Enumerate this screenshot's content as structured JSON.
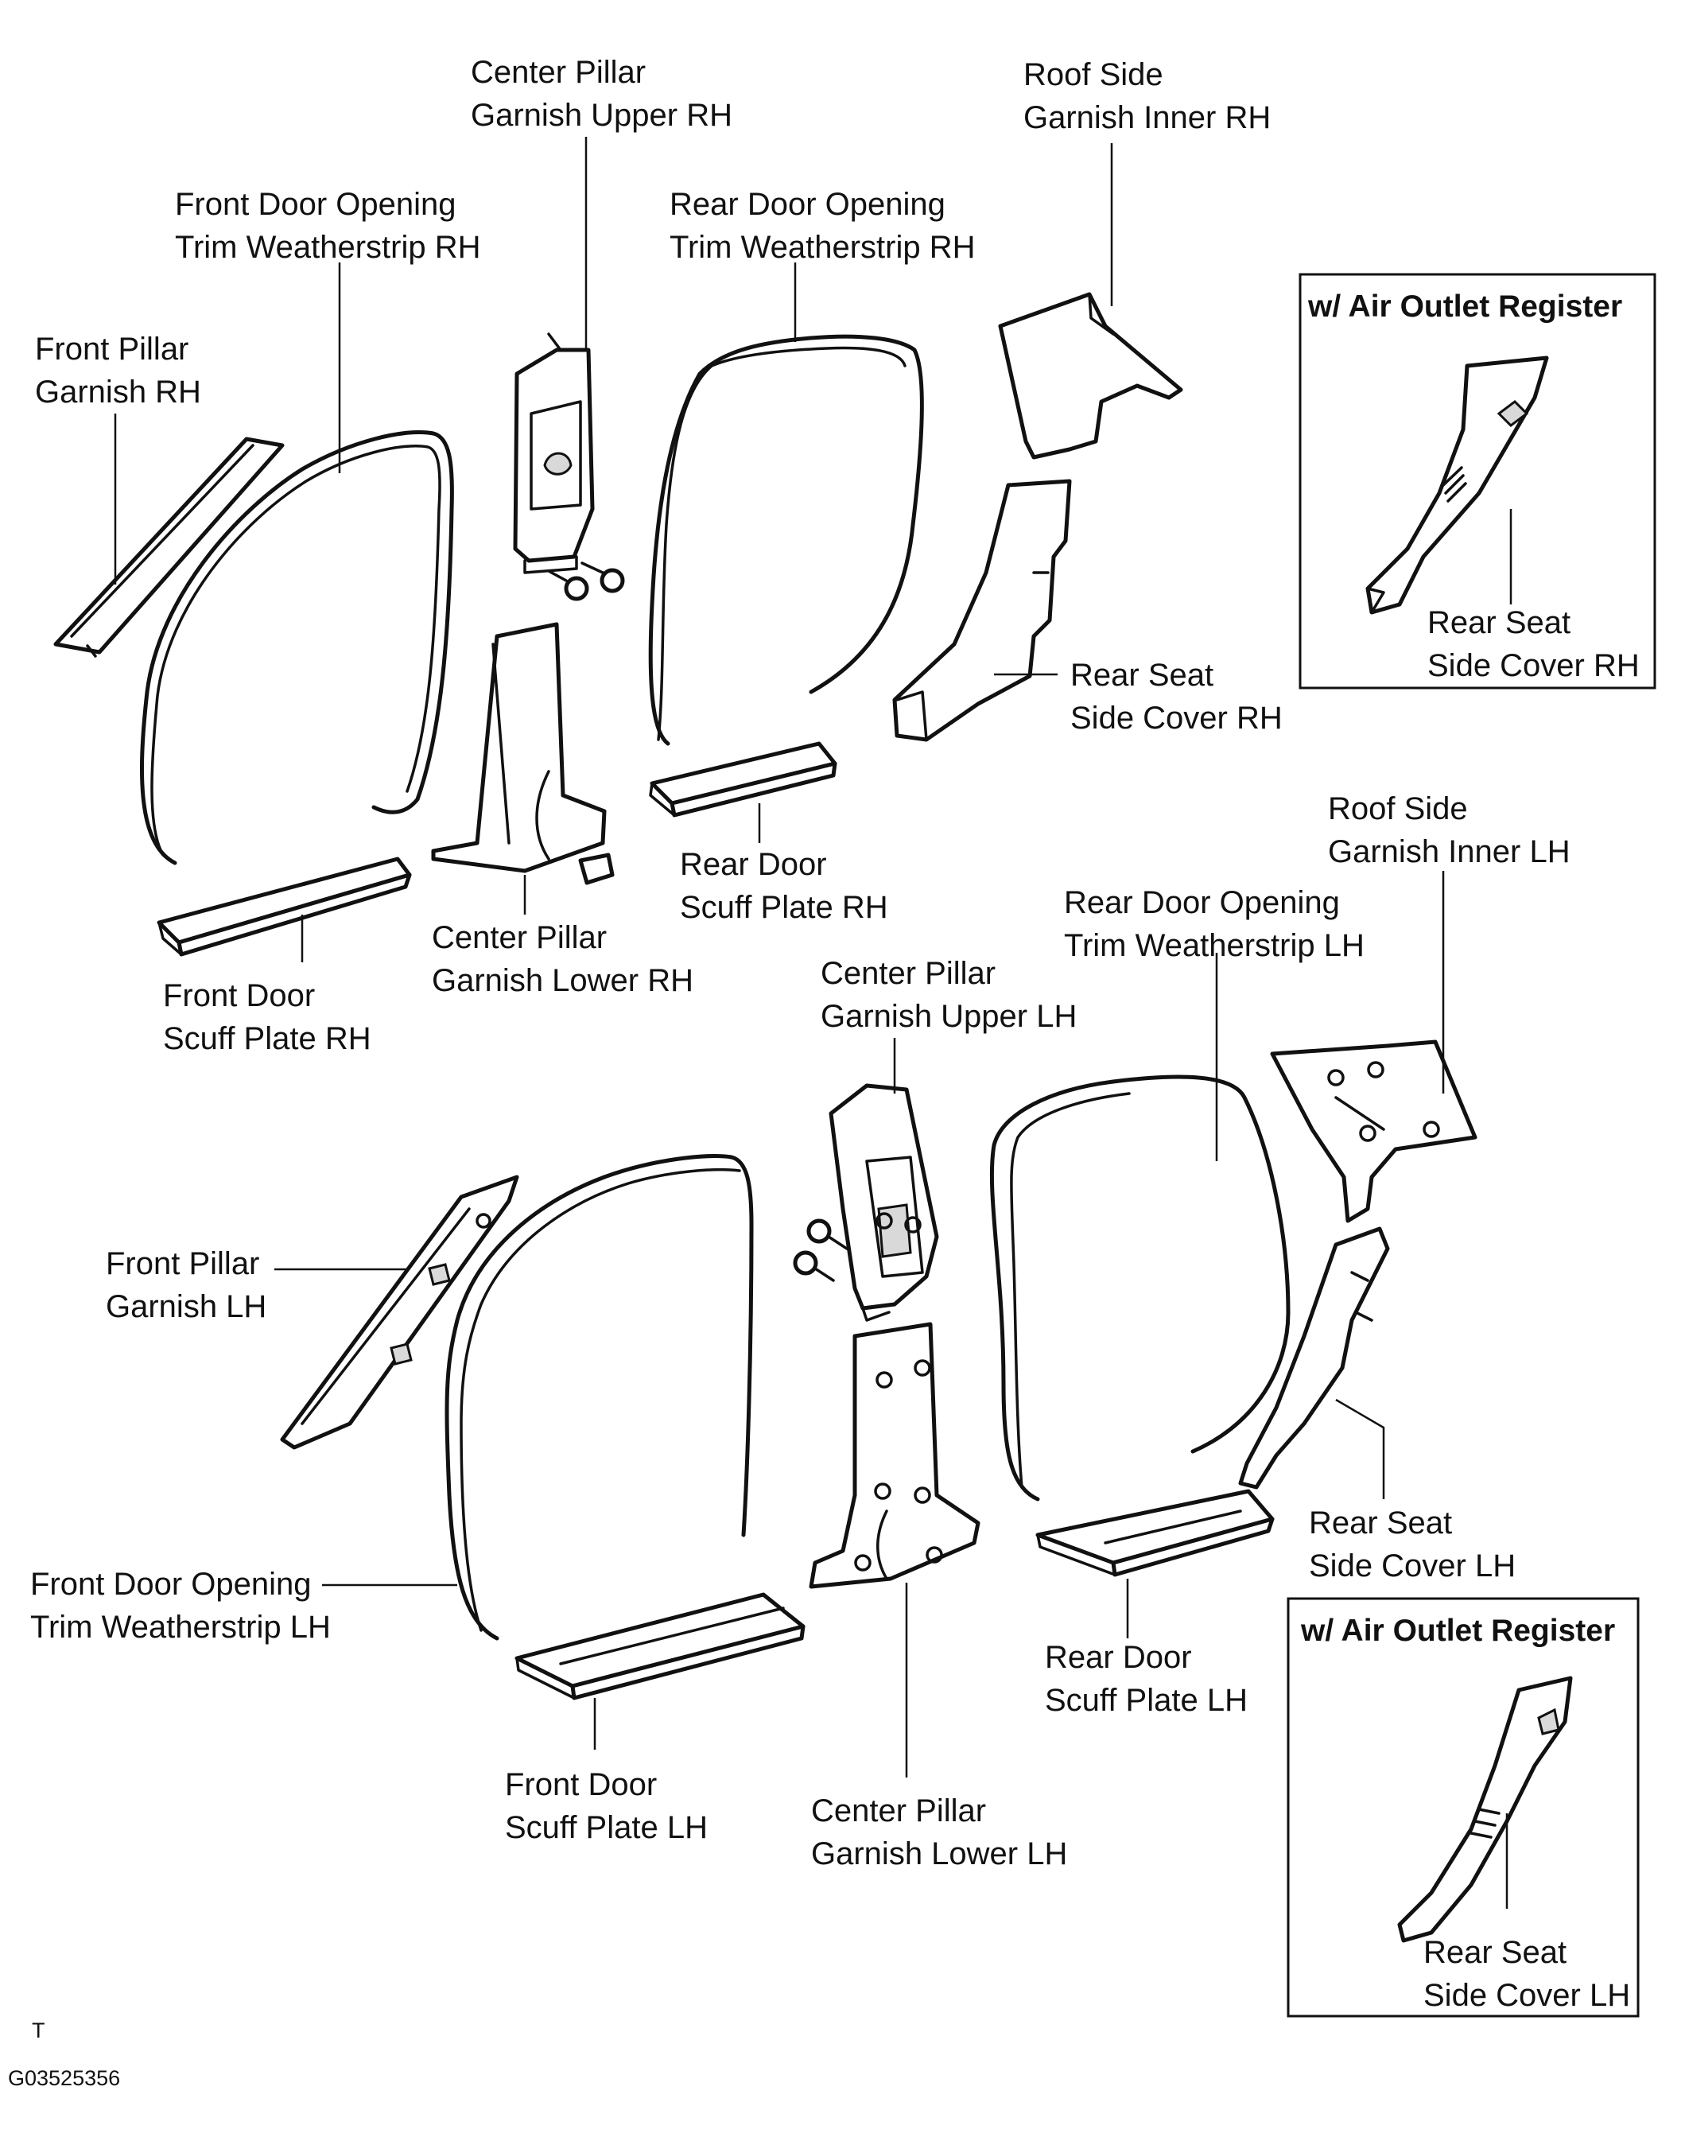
{
  "labels": {
    "center_pillar_upper_rh": [
      "Center Pillar",
      "Garnish Upper RH"
    ],
    "roof_side_inner_rh": [
      "Roof Side",
      "Garnish Inner RH"
    ],
    "front_door_ws_rh": [
      "Front Door Opening",
      "Trim Weatherstrip RH"
    ],
    "rear_door_ws_rh": [
      "Rear Door Opening",
      "Trim Weatherstrip RH"
    ],
    "front_pillar_rh": [
      "Front Pillar",
      "Garnish RH"
    ],
    "rear_seat_cover_rh": [
      "Rear Seat",
      "Side Cover RH"
    ],
    "rear_door_scuff_rh": [
      "Rear Door",
      "Scuff Plate RH"
    ],
    "center_pillar_lower_rh": [
      "Center Pillar",
      "Garnish Lower RH"
    ],
    "front_door_scuff_rh": [
      "Front Door",
      "Scuff Plate RH"
    ],
    "roof_side_inner_lh": [
      "Roof Side",
      "Garnish Inner LH"
    ],
    "rear_door_ws_lh": [
      "Rear Door Opening",
      "Trim Weatherstrip LH"
    ],
    "center_pillar_upper_lh": [
      "Center Pillar",
      "Garnish Upper LH"
    ],
    "front_pillar_lh": [
      "Front Pillar",
      "Garnish LH"
    ],
    "rear_seat_cover_lh": [
      "Rear Seat",
      "Side Cover LH"
    ],
    "front_door_ws_lh": [
      "Front Door Opening",
      "Trim Weatherstrip LH"
    ],
    "rear_door_scuff_lh": [
      "Rear Door",
      "Scuff Plate LH"
    ],
    "front_door_scuff_lh": [
      "Front Door",
      "Scuff Plate LH"
    ],
    "center_pillar_lower_lh": [
      "Center Pillar",
      "Garnish Lower LH"
    ]
  },
  "insets": {
    "rh": {
      "title": "w/ Air Outlet Register",
      "label": [
        "Rear Seat",
        "Side Cover RH"
      ]
    },
    "lh": {
      "title": "w/ Air Outlet Register",
      "label": [
        "Rear Seat",
        "Side Cover LH"
      ]
    }
  },
  "footer": {
    "mark": "T",
    "code": "G03525356"
  }
}
